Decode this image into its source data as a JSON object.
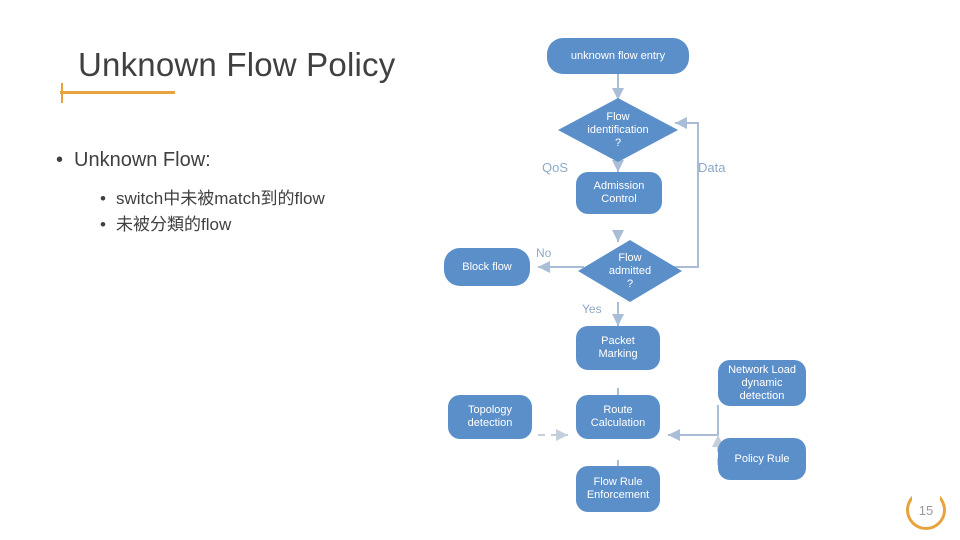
{
  "slide": {
    "title": "Unknown Flow Policy",
    "accent_color": "#e8a33d",
    "title_color": "#404040",
    "page_number": "15"
  },
  "bullets": {
    "level1": [
      {
        "marker": "•",
        "text": "Unknown Flow:"
      }
    ],
    "level2": [
      {
        "marker": "•",
        "text": "switch中未被match到的flow"
      },
      {
        "marker": "•",
        "text": "未被分類的flow"
      }
    ]
  },
  "flowchart": {
    "node_fill": "#5b8fc9",
    "node_text_color": "#ffffff",
    "connector_color": "#a9bed6",
    "nodes": [
      {
        "id": "unknown-flow-entry",
        "label": "unknown flow entry",
        "shape": "rounded-rect"
      },
      {
        "id": "flow-identification",
        "label": "Flow identification\n?",
        "shape": "diamond"
      },
      {
        "id": "qos",
        "label": "QoS",
        "shape": "plain-text"
      },
      {
        "id": "data",
        "label": "Data",
        "shape": "plain-text"
      },
      {
        "id": "admission-control",
        "label": "Admission Control",
        "shape": "rounded-rect"
      },
      {
        "id": "flow-admitted",
        "label": "Flow admitted\n?",
        "shape": "diamond"
      },
      {
        "id": "block-flow",
        "label": "Block flow",
        "shape": "rounded-rect"
      },
      {
        "id": "packet-marking",
        "label": "Packet Marking",
        "shape": "rounded-rect"
      },
      {
        "id": "topology-detection",
        "label": "Topology detection",
        "shape": "rounded-rect"
      },
      {
        "id": "route-calculation",
        "label": "Route Calculation",
        "shape": "rounded-rect"
      },
      {
        "id": "network-load-dynamic-detection",
        "label": "Network Load dynamic detection",
        "shape": "rounded-rect"
      },
      {
        "id": "policy-rule",
        "label": "Policy Rule",
        "shape": "rounded-rect"
      },
      {
        "id": "flow-rule-enforcement",
        "label": "Flow Rule Enforcement",
        "shape": "rounded-rect"
      }
    ],
    "edge_labels": [
      {
        "id": "edge-label-no",
        "text": "No"
      },
      {
        "id": "edge-label-yes",
        "text": "Yes"
      }
    ]
  }
}
